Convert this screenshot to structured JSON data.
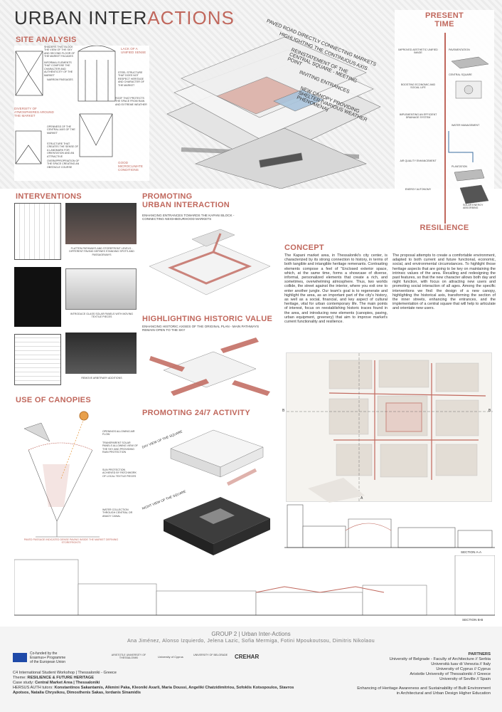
{
  "title": {
    "part1": "URBAN INTER",
    "part2": "ACTIONS"
  },
  "present_time": {
    "title_line1": "PRESENT",
    "title_line2": "TIME",
    "bottom": "RESILIENCE"
  },
  "timeline": [
    {
      "left": "IMPROVED AESTHETIC UNIFIED IMAGE",
      "right": "PAVEMENTATION"
    },
    {
      "left": "BOOSTING ECONOMIC AND SOCIAL LIFE",
      "right": "CENTRAL SQUARE"
    },
    {
      "left": "IMPLEMENTING AN EFFICIENT DRAINAGE SYSTEM",
      "right": "WATER MANAGEMENT"
    },
    {
      "left": "AIR QUALITY ENHANCEMENT",
      "right": "PLANTATION"
    },
    {
      "left": "ENERGY AUTONOMY",
      "right": "SOLAR ENERGY ABSORBING"
    }
  ],
  "site_analysis": {
    "heading": "SITE ANALYSIS",
    "notes": [
      "SHADERS THAT BLOCK THE VIEW OF THE SKY AND SECOND FLOOR OF THE MARKET FACADES",
      "INFORMAL ELEMENTS THAT COMPOSE THE CHARACTER AND AUTHENTICITY OF THE MARKET",
      "NARROW PASSAGES",
      "LACK OF A UNIFIED SENSE",
      "STEEL STRUCTURE THAT DOES NOT RESPECT HERITAGE AND CHARACTER OF THE MARKET",
      "ROOF THAT PROTECTS THE SPACE FROM RAIN AND EXTREME WEATHER",
      "DIVERSITY OF ATMOSPHERES AROUND THE MARKET",
      "OPENNESS OF THE CENTRAL AXIS OF THE MARKET",
      "STRUCTURE THAT CREATES THE SENSE OF A LANDMARK FOR ORIENTATION AND AN ATTRACTIVE",
      "OVERAPPROPRIATION OF THE SPACE CREATING AN OBSTACLE COURSE",
      "GOOD MICROCLIMATE CONDITIONS"
    ]
  },
  "axon_labels": [
    "PAVED ROAD DIRECTLY CONNECTING MARKETS",
    "HIGHLIGHTING THE CONTINUOUS AXIS",
    "REINSTATEMENT OF THE CENTRAL SQUARE - MEETING POINT",
    "INVITING ENTRANCES",
    "NEW CANOPY PROVIDING SHELTER (VARIOUS WEATHER PHENOMENA)"
  ],
  "interventions": {
    "heading": "INTERVENTIONS",
    "captions": [
      "FLATTEN PATHWAYS AND STOREFRONT LEVELS - DIFFERENT PAVING DEFINES STANDING SPOTS AND PASSAGEWAYS",
      "INTRODUCE GLASS SOLAR PANELS WITH MOVING TEXTILE PIECES",
      "REMOVE ARBITRARY ADDITIONS"
    ]
  },
  "promoting_interaction": {
    "heading_line1": "PROMOTING",
    "heading_line2": "URBAN INTERACTION",
    "sub": "ENHANCING ENTRANCES TOWARDS THE KAPANI BLOCK - CONNECTING NEIGHBOURHOOD MARKETS"
  },
  "historic": {
    "heading": "HIGHLIGHTING HISTORIC VALUE",
    "sub": "ENHANCING HISTORIC AXISES OF THE ORIGINAL PLAN - MAIN PATHWAYS REMAIN OPEN TO THE SKY"
  },
  "canopies": {
    "heading": "USE OF CANOPIES",
    "notes": [
      "OPENINGS ALLOWING AIR FLOW",
      "TRANSPARENT SOLAR PANELS ALLOWING VIEW OF THE SKY AND PROVIDING RAIN PROTECTION",
      "SUN PROTECTION ACHIEVED BY PATCHWORK OF LOCAL TEXTILE PIECES",
      "WATER COLLECTION THROUGH CENTRAL OR ANAGY CANAL"
    ],
    "footer": "PAVED PASSAGE INDICATED DENSE PAVING INSIDE THE MARKET DEFINING STOREFRONTS"
  },
  "activity": {
    "heading": "PROMOTING 24/7 ACTIVITY",
    "day": "DAY VIEW OF THE SQUARE",
    "night": "NIGHT VIEW OF THE SQUARE"
  },
  "concept": {
    "heading": "CONCEPT",
    "col1": "The Kapani market area, in Thessaloniki's city center, is characterized by its strong connection to history, in terms of both tangible and intangible heritage remenants. Contrasting elements compose a feel of \"Enclosed exterior space, which, at the same time, forms a showcase of diverse, informal, personalized elements that create a rich, and sometimes, overwhelming atmosphere. Thus, two worlds collide, the street against the interior, where you exit one to enter another jungle. Our team's goal is to regenerate and highlight the area, as an important part of the city's history, as well as a social, financial, and key aspect of cultural heritage, vital for urban contemporary life. The main points of interest, focus on reestablishing historic traces found in the area, and introducing new elements (canopies, paving, urban equipment, greenery) that aim to improve market's current functionality and resilience.",
    "col2": "The proposal attempts to create a comfortable environment, adapted to both current and future functional, economic, social, and environmental circumstances. To highlight those heritage aspects that are going to be key on maintaining the intrinsic values of the area. Recalling and redesigning the past features, so that the new character allows both day and night function, with focus on attracting new users and promoting social interaction of all ages. Among the specific interventions we find: the design of a new canopy, highlighting the historical axis, transforming the section of the inner streets, enhancing the entrances, and the implementation of a central square that will help to articulate and orientate new users."
  },
  "plan_labels": {
    "b1": "B",
    "b2": "B",
    "a1": "A",
    "a2": "A"
  },
  "sections": {
    "aa": "SECTION A-A",
    "bb": "SECTION B-B"
  },
  "footer": {
    "group": "GROUP 2 | Urban Inter-Actions",
    "authors": "Ana Jiménez, Alonso Izquierdo, Jelena Lazic, Sofia Mermiga, Fotini Mpoukoutsou, Dimitris Nikolaou",
    "eu_line1": "Co-funded by the",
    "eu_line2": "Erasmus+ Programme",
    "eu_line3": "of the European Union",
    "logos": [
      "ARISTOTLE UNIVERSITY OF THESSALONIKI",
      "University of Cyprus",
      "UNIVERSITY OF BELGRADE",
      "CREHAR"
    ],
    "workshop_a": "C4 International Student Workshop",
    "workshop_b": " | Thessaloniki - Greece",
    "theme_a": "Theme: ",
    "theme_b": "RESILIENCE & FUTURE HERITAGE",
    "case_a": "Case study: ",
    "case_b": "Central Market Area | Thessaloniki",
    "tutors_a": "HERSUS AUTH tutors: ",
    "tutors_b": "Konstantinos Sakantamis, Alkmini Paka, Kleoniki Axarli, Maria Doussi, Angeliki Chatzidimitriou, Sofoklis Kotsopoulos, Stavros Apotsos, Natalia Chrysikou, Dimosthenis Sakas, Iordanis Sinamidis",
    "partners_title": "PARTNERS",
    "partners": [
      "University of Belgrade - Faculty of Architecture // Serbia",
      "Università Iuav di Venezia // Italy",
      "University of Cyprus // Cyprus",
      "Aristotle University of Thessaloniki // Greece",
      "University of Seville // Spain"
    ],
    "project_line1": "Enhancing of Heritage Awareness and Sustainability of Built Environment",
    "project_line2": "in Architectural and Urban Design Higher Education"
  },
  "colors": {
    "accent": "#c0675c",
    "dark": "#2b2b2b"
  }
}
